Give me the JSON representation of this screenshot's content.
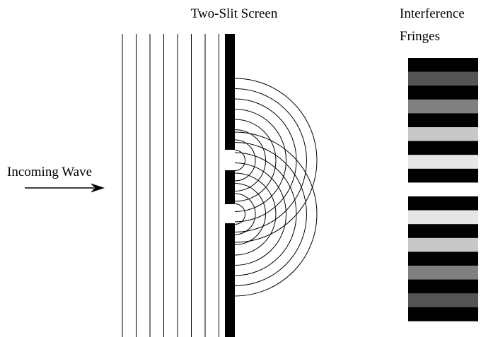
{
  "labels": {
    "screen": "Two-Slit Screen",
    "fringes_line1": "Interference",
    "fringes_line2": "Fringes",
    "incoming": "Incoming Wave"
  },
  "colors": {
    "ink": "#000000",
    "background": "#ffffff"
  },
  "fringes": {
    "band_shades": [
      "#000000",
      "#555555",
      "#000000",
      "#808080",
      "#000000",
      "#c8c8c8",
      "#000000",
      "#e6e6e6",
      "#000000",
      "#ffffff",
      "#000000",
      "#e6e6e6",
      "#000000",
      "#c8c8c8",
      "#000000",
      "#808080",
      "#000000",
      "#555555",
      "#000000"
    ]
  }
}
